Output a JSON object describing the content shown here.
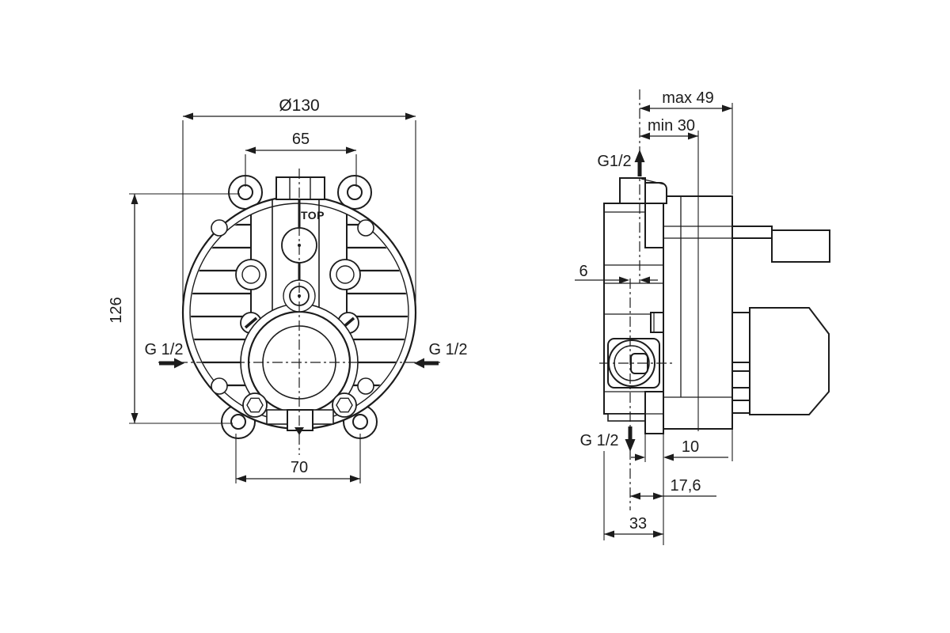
{
  "drawing": {
    "type": "technical-installation-drawing",
    "colors": {
      "line": "#1c1c1c",
      "background": "#ffffff"
    },
    "front_view": {
      "body_marking": "TOP",
      "dims": {
        "outer_diameter": "Ø130",
        "top_hole_spacing": "65",
        "vertical_hole_spacing": "126",
        "bottom_hole_spacing": "70"
      },
      "connections": {
        "left_inlet": "G 1/2",
        "right_inlet": "G 1/2"
      }
    },
    "side_view": {
      "dims": {
        "max_depth": "max 49",
        "min_depth": "min 30",
        "axis_offset": "6",
        "outlet_width": "10",
        "outlet_offset": "17,6",
        "body_depth": "33"
      },
      "connections": {
        "top_outlet": "G1/2",
        "bottom_outlet": "G 1/2"
      }
    }
  }
}
